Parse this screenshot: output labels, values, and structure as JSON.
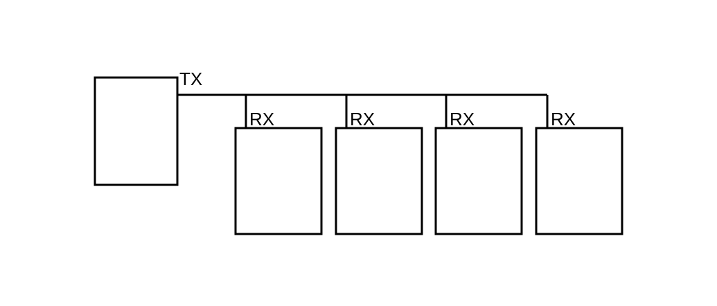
{
  "transmitter": {
    "label": "TX"
  },
  "receivers": [
    {
      "label": "RX"
    },
    {
      "label": "RX"
    },
    {
      "label": "RX"
    },
    {
      "label": "RX"
    }
  ],
  "colors": {
    "stroke": "#000000",
    "background": "#ffffff"
  }
}
